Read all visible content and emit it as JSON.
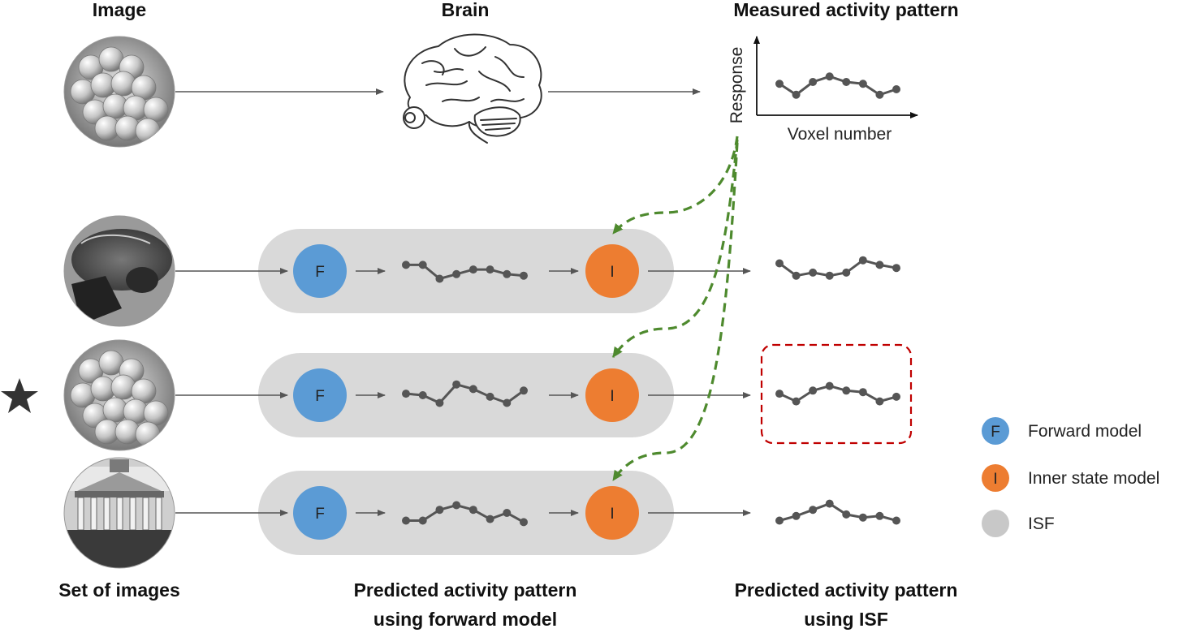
{
  "headers": {
    "image": "Image",
    "brain": "Brain",
    "measured": "Measured activity pattern"
  },
  "axes": {
    "y_label": "Response",
    "x_label": "Voxel number"
  },
  "footers": {
    "set_of_images": "Set of images",
    "pred_forward_line1": "Predicted activity pattern",
    "pred_forward_line2": "using forward model",
    "pred_isf_line1": "Predicted activity pattern",
    "pred_isf_line2": "using ISF"
  },
  "nodes": {
    "forward": "F",
    "inner": "I"
  },
  "legend": [
    {
      "symbol": "F",
      "label": "Forward model",
      "color": "#5b9bd5"
    },
    {
      "symbol": "I",
      "label": "Inner state model",
      "color": "#ed7d31"
    },
    {
      "symbol": "",
      "label": "ISF",
      "color": "#c8c8c8"
    }
  ],
  "colors": {
    "forward": "#5b9bd5",
    "inner": "#ed7d31",
    "isf_box": "#d9d9d9",
    "pattern": "#555555",
    "dashed_green": "#4e8a2e",
    "highlight_red": "#c00000"
  },
  "measured_pattern": [
    0.55,
    0.25,
    0.6,
    0.75,
    0.6,
    0.55,
    0.25,
    0.4
  ],
  "rows": [
    {
      "image": "animal-photo",
      "selected": false,
      "forward_pattern": [
        0.7,
        0.7,
        0.25,
        0.4,
        0.55,
        0.55,
        0.4,
        0.35
      ],
      "isf_pattern": [
        0.75,
        0.35,
        0.45,
        0.35,
        0.45,
        0.85,
        0.7,
        0.6
      ]
    },
    {
      "image": "grapes-photo",
      "selected": true,
      "forward_pattern": [
        0.55,
        0.5,
        0.25,
        0.85,
        0.7,
        0.45,
        0.25,
        0.65
      ],
      "isf_pattern": [
        0.55,
        0.3,
        0.65,
        0.8,
        0.65,
        0.6,
        0.3,
        0.45
      ]
    },
    {
      "image": "building-photo",
      "selected": false,
      "forward_pattern": [
        0.25,
        0.25,
        0.6,
        0.75,
        0.6,
        0.3,
        0.5,
        0.2
      ],
      "isf_pattern": [
        0.25,
        0.4,
        0.6,
        0.8,
        0.45,
        0.35,
        0.4,
        0.25
      ]
    }
  ]
}
